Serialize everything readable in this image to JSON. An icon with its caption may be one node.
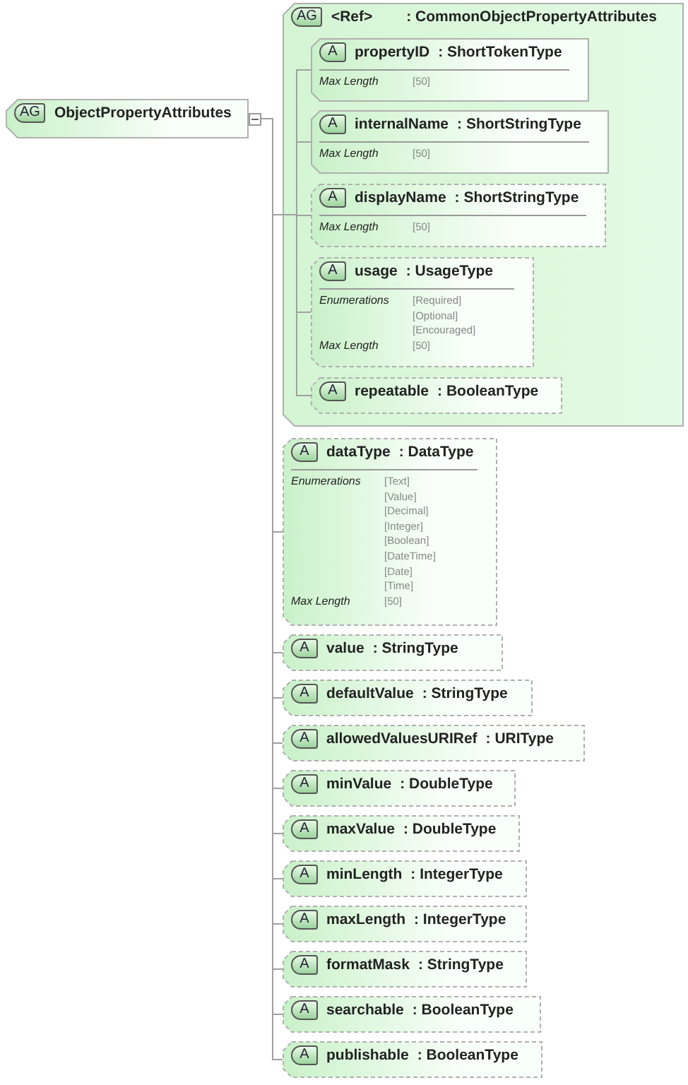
{
  "diagram": {
    "nodes": [
      {
        "text": [
          "AG",
          "ObjectPropertyAttributes"
        ]
      },
      {
        "text": [
          "AG",
          "<Ref>",
          ": CommonObjectPropertyAttributes"
        ]
      },
      {
        "text": [
          "A",
          "propertyID",
          ": ShortTokenType",
          "Max Length",
          "[50]"
        ],
        "in": 1
      },
      {
        "text": [
          "A",
          "internalName",
          ": ShortStringType",
          "Max Length",
          "[50]"
        ],
        "in": 1
      },
      {
        "text": [
          "A",
          "displayName",
          ": ShortStringType",
          "Max Length",
          "[50]"
        ],
        "in": 1
      },
      {
        "text": [
          "A",
          "usage",
          ": UsageType",
          "Enumerations",
          "[Required]",
          "[Optional]",
          "[Encouraged]",
          "Max Length",
          "[50]"
        ],
        "in": 1
      },
      {
        "text": [
          "A",
          "repeatable",
          ": BooleanType"
        ],
        "in": 1
      },
      {
        "text": [
          "A",
          "dataType",
          ": DataType",
          "Enumerations",
          "[Text]",
          "[Value]",
          "[Decimal]",
          "[Integer]",
          "[Boolean]",
          "[DateTime]",
          "[Date]",
          "[Time]",
          "Max Length",
          "[50]"
        ]
      },
      {
        "text": [
          "A",
          "value",
          ": StringType"
        ]
      },
      {
        "text": [
          "A",
          "defaultValue",
          ": StringType"
        ]
      },
      {
        "text": [
          "A",
          "allowedValuesURIRef",
          ": URIType"
        ]
      },
      {
        "text": [
          "A",
          "minValue",
          ": DoubleType"
        ]
      },
      {
        "text": [
          "A",
          "maxValue",
          ": DoubleType"
        ]
      },
      {
        "text": [
          "A",
          "minLength",
          ": IntegerType"
        ]
      },
      {
        "text": [
          "A",
          "maxLength",
          ": IntegerType"
        ]
      },
      {
        "text": [
          "A",
          "formatMask",
          ": StringType"
        ]
      },
      {
        "text": [
          "A",
          "searchable",
          ": BooleanType"
        ]
      },
      {
        "text": [
          "A",
          "publishable",
          ": BooleanType"
        ]
      }
    ],
    "edges": [
      {
        "from": 0,
        "to": 1,
        "arrow": "none"
      },
      {
        "from": 1,
        "to": 2,
        "arrow": "none"
      },
      {
        "from": 1,
        "to": 3,
        "arrow": "none"
      },
      {
        "from": 1,
        "to": 4,
        "arrow": "none"
      },
      {
        "from": 1,
        "to": 5,
        "arrow": "none"
      },
      {
        "from": 1,
        "to": 6,
        "arrow": "none"
      },
      {
        "from": 0,
        "to": 7,
        "arrow": "none"
      },
      {
        "from": 0,
        "to": 8,
        "arrow": "none"
      },
      {
        "from": 0,
        "to": 9,
        "arrow": "none"
      },
      {
        "from": 0,
        "to": 10,
        "arrow": "none"
      },
      {
        "from": 0,
        "to": 11,
        "arrow": "none"
      },
      {
        "from": 0,
        "to": 12,
        "arrow": "none"
      },
      {
        "from": 0,
        "to": 13,
        "arrow": "none"
      },
      {
        "from": 0,
        "to": 14,
        "arrow": "none"
      },
      {
        "from": 0,
        "to": 15,
        "arrow": "none"
      },
      {
        "from": 0,
        "to": 16,
        "arrow": "none"
      },
      {
        "from": 0,
        "to": 17,
        "arrow": "none"
      }
    ]
  }
}
